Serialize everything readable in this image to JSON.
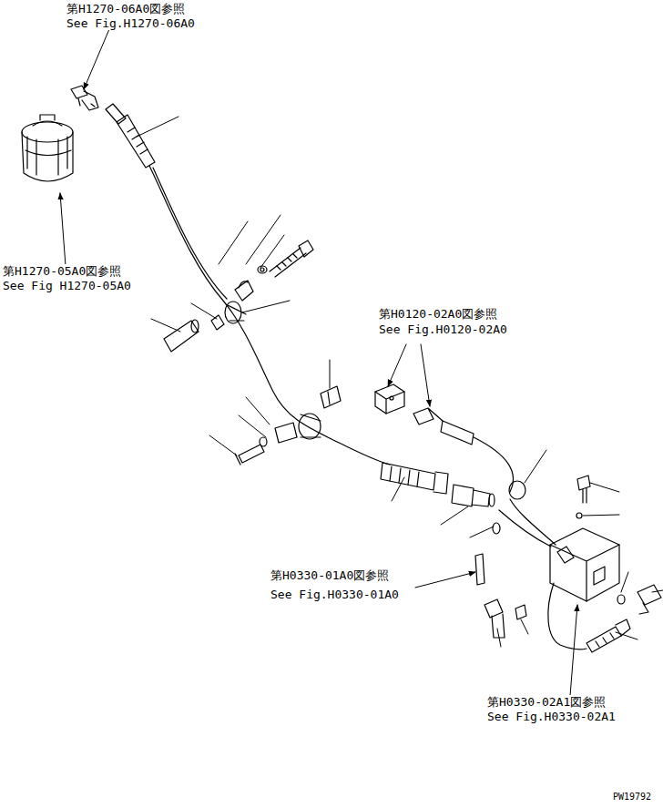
{
  "diagram": {
    "labels": [
      "第H1270-06A0図参照",
      "See Fig.H1270-06A0",
      "第H1270-05A0図参照",
      "See Fig H1270-05A0",
      "第H0120-02A0図参照",
      "See Fig.H0120-02A0",
      "第H0330-01A0図参照",
      "See Fig.H0330-01A0",
      "第H0330-02A1図参照",
      "See Fig.H0330-02A1",
      "PW19792"
    ]
  }
}
